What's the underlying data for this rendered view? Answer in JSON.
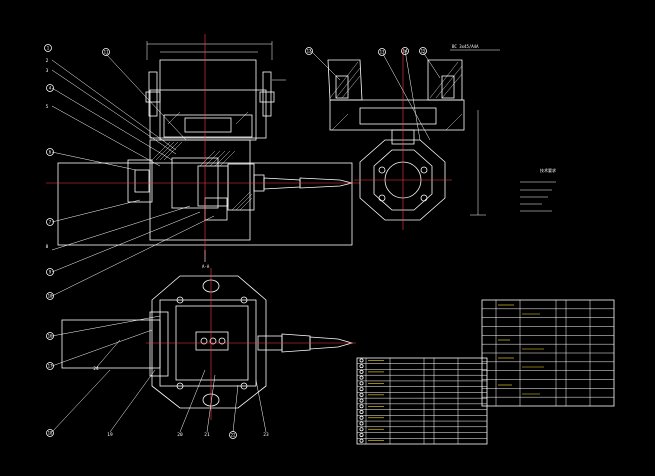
{
  "drawing": {
    "background": "#000000",
    "line_color": "#ffffff",
    "center_line_color": "#ff3b3b",
    "accent_color": "#ffe21a"
  },
  "front_view": {
    "balloons": [
      "1",
      "2",
      "3",
      "4",
      "5",
      "6",
      "7",
      "8",
      "9",
      "10",
      "11"
    ]
  },
  "side_view": {
    "title_label": "BC 3x45/A4A",
    "balloons": [
      "12",
      "13",
      "14",
      "15"
    ]
  },
  "plan_view": {
    "balloons": [
      "16",
      "17",
      "18",
      "19",
      "20",
      "21",
      "22",
      "23",
      "24"
    ],
    "section_mark": "A-A"
  },
  "notes": {
    "heading": "技术要求"
  },
  "title_block": {
    "rows": 12
  },
  "parts_list": {
    "rows": 15
  }
}
